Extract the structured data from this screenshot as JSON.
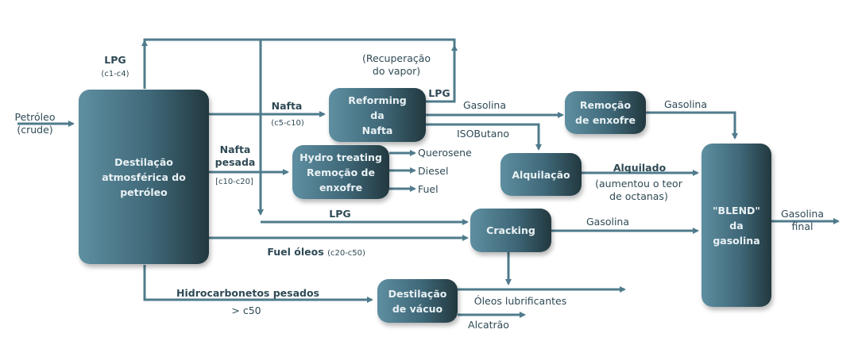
{
  "colors": {
    "line": "#4f7b8c",
    "box_light": "#5e8fa1",
    "box_dark": "#22383f",
    "text": "#2f4a55",
    "box_text": "#e9f1f4"
  },
  "boxes": {
    "atmospheric": "Destilação\natmosférica do\npetróleo",
    "reforming": "Reforming\nda\nNafta",
    "hydro": "Hydro treating\nRemoção de\nenxofre",
    "sulfur": "Remoção\nde enxofre",
    "alkylation": "Alquilação",
    "cracking": "Cracking",
    "blend": "\"BLEND\"\nda\ngasolina",
    "vacuum": "Destilação\nde vácuo"
  },
  "labels": {
    "crude": "Petróleo\n(crude)",
    "lpg_top": "LPG",
    "lpg_top_range": "(c1-c4)",
    "recovery": "(Recuperação\ndo vapor)",
    "lpg_reforming": "LPG",
    "nafta": "Nafta",
    "nafta_range": "(c5-c10)",
    "gasolina_reforming": "Gasolina",
    "isobutano": "ISOButano",
    "gasolina_sulfur": "Gasolina",
    "nafta_pesada": "Nafta\npesada",
    "nafta_pesada_range": "[c10-c20]",
    "querosene": "Querosene",
    "diesel": "Diesel",
    "fuel": "Fuel",
    "alquilado": "Alquilado",
    "alquilado_note": "(aumentou o teor\nde octanas)",
    "lpg_cracking": "LPG",
    "gasolina_cracking": "Gasolina",
    "gasolina_final": "Gasolina\nfinal",
    "fuel_oleos": "Fuel óleos",
    "fuel_oleos_range": "(c20-c50)",
    "hidrocarbonetos": "Hidrocarbonetos  pesados",
    "hidrocarbonetos_range": "> c50",
    "oleos_lubrificantes": "Óleos lubrificantes",
    "alcatrao": "Alcatrão"
  }
}
